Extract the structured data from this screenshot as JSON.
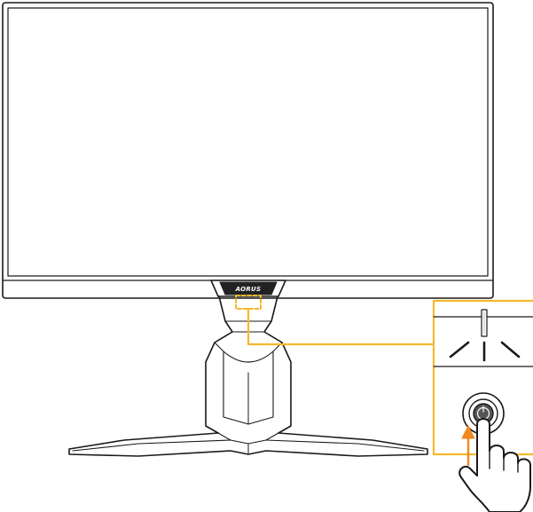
{
  "monitor": {
    "brand_logo_text": "AORUS"
  },
  "colors": {
    "outline": "#1a1a1a",
    "highlight": "#f5b82e",
    "arrow": "#ef8a1e",
    "bezel_fill": "#ffffff",
    "logo_plate": "#222222"
  },
  "callout": {
    "subject": "power-led-and-joystick-button",
    "led_state": "on"
  },
  "icons": {
    "led": "power-led-icon",
    "button": "power-button-icon",
    "hand": "hand-pointer-icon",
    "arrow": "press-up-arrow-icon"
  }
}
